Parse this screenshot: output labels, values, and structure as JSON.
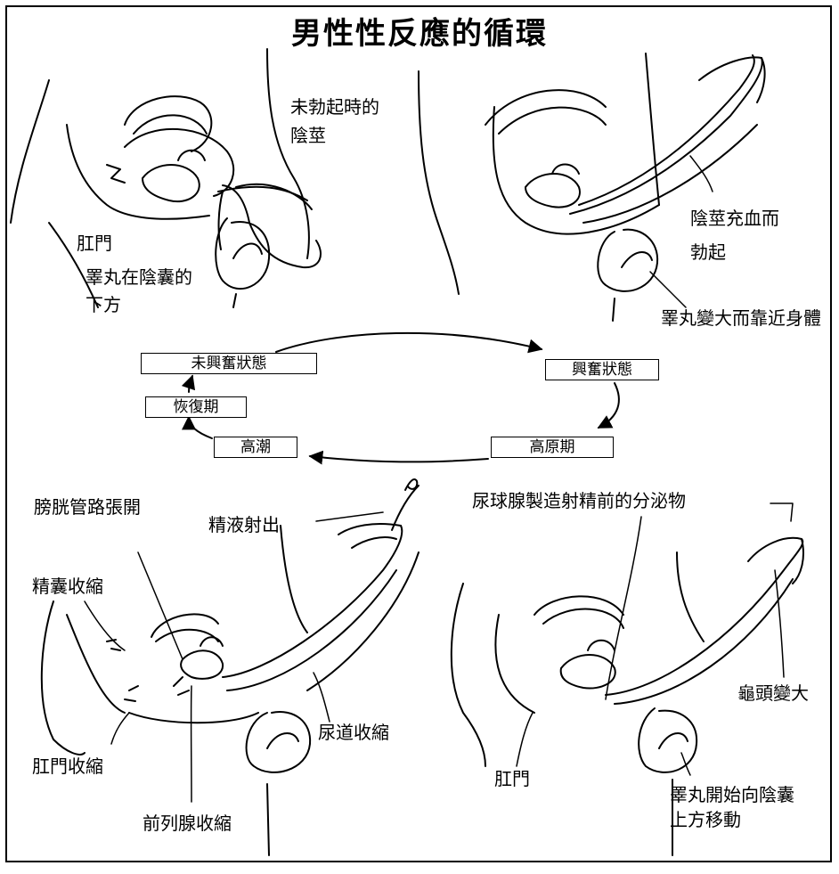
{
  "title": "男性性反應的循環",
  "cycle": {
    "unaroused": "未興奮狀態",
    "aroused": "興奮狀態",
    "plateau": "高原期",
    "orgasm": "高潮",
    "recovery": "恢復期"
  },
  "panel_top_left": {
    "penis_flaccid": "未勃起時的陰莖",
    "anus": "肛門",
    "testes_low": "睪丸在陰囊的下方"
  },
  "panel_top_right": {
    "penis_erect": "陰莖充血而勃起",
    "testes_enlarge": "睪丸變大而靠近身體"
  },
  "panel_bottom_left": {
    "bladder_neck": "膀胱管路張開",
    "ejaculation": "精液射出",
    "seminal_vesicle": "精囊收縮",
    "anus_contract": "肛門收縮",
    "urethra_contract": "尿道收縮",
    "prostate_contract": "前列腺收縮"
  },
  "panel_bottom_right": {
    "cowper": "尿球腺製造射精前的分泌物",
    "glans": "龜頭變大",
    "anus": "肛門",
    "testes_move": "睪丸開始向陰囊上方移動"
  }
}
